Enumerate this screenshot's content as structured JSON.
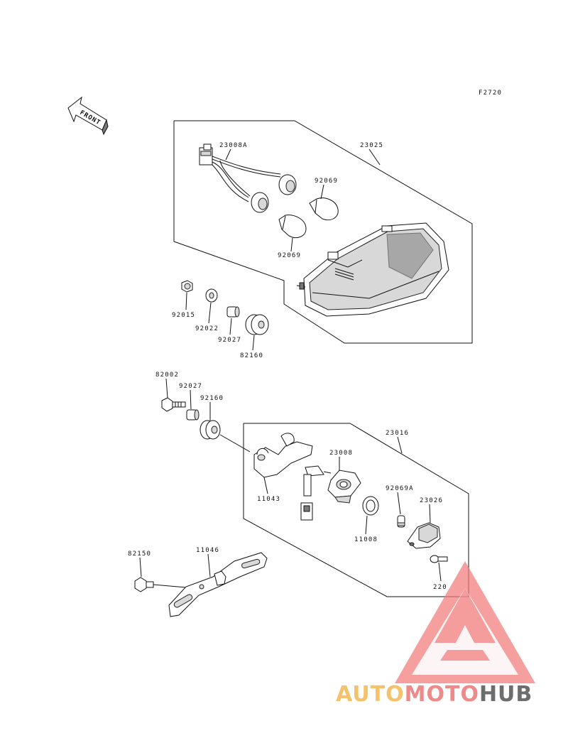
{
  "figure_code": "F2720",
  "front_label": "FRONT",
  "parts": {
    "p23008A": "23008A",
    "p23025": "23025",
    "p92069_top": "92069",
    "p92069_bot": "92069",
    "p92015": "92015",
    "p92022": "92022",
    "p92027_a": "92027",
    "p82160": "82160",
    "p82002": "82002",
    "p92027_b": "92027",
    "p92160": "92160",
    "p23016": "23016",
    "p23008": "23008",
    "p11043": "11043",
    "p92069A": "92069A",
    "p23026": "23026",
    "p11008": "11008",
    "p220": "220",
    "p82150": "82150",
    "p11046": "11046"
  },
  "watermark": {
    "part1": "AUTO",
    "part2": "MOTO",
    "part3": "HUB",
    "colors": {
      "auto": "#f5c26b",
      "moto": "#ef8a8a",
      "hub": "#6d6d6d",
      "triangle": "#f27a7a"
    }
  }
}
